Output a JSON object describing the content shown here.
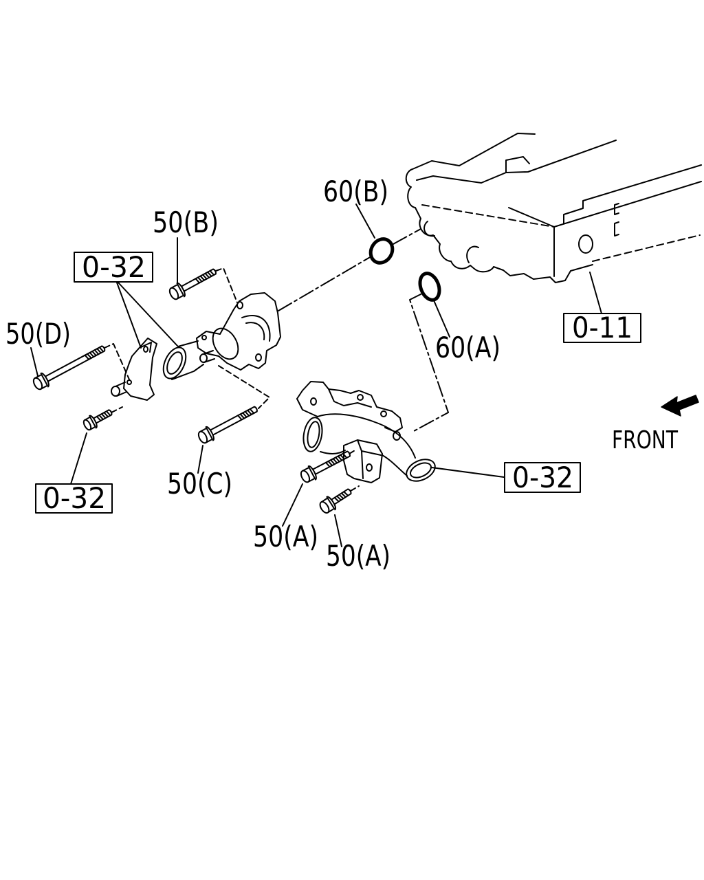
{
  "callouts": {
    "o_ring_60b": "60(B)",
    "bolt_50b": "50(B)",
    "bolt_50d": "50(D)",
    "o_ring_60a": "60(A)",
    "bolt_50c": "50(C)",
    "bolt_50a_upper": "50(A)",
    "bolt_50a_lower": "50(A)"
  },
  "references": {
    "bracket_ref": "0-32",
    "engine_ref": "0-11",
    "bolt_ref": "0-32",
    "outlet_ref": "0-32"
  },
  "orientation": {
    "front_label": "FRONT",
    "arrow_icon": "front-arrow-icon"
  },
  "colors": {
    "line": "#000000",
    "background": "#ffffff"
  }
}
